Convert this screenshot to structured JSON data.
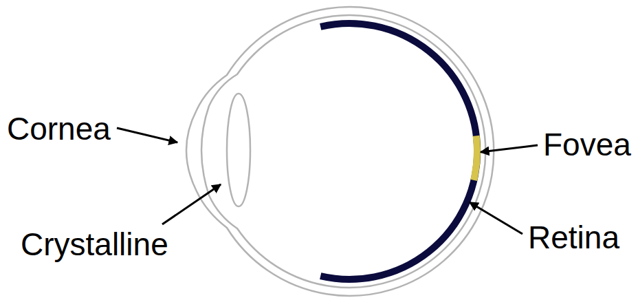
{
  "diagram": {
    "labels": [
      "Cornea",
      "Crystalline",
      "Fovea",
      "Retina"
    ]
  }
}
